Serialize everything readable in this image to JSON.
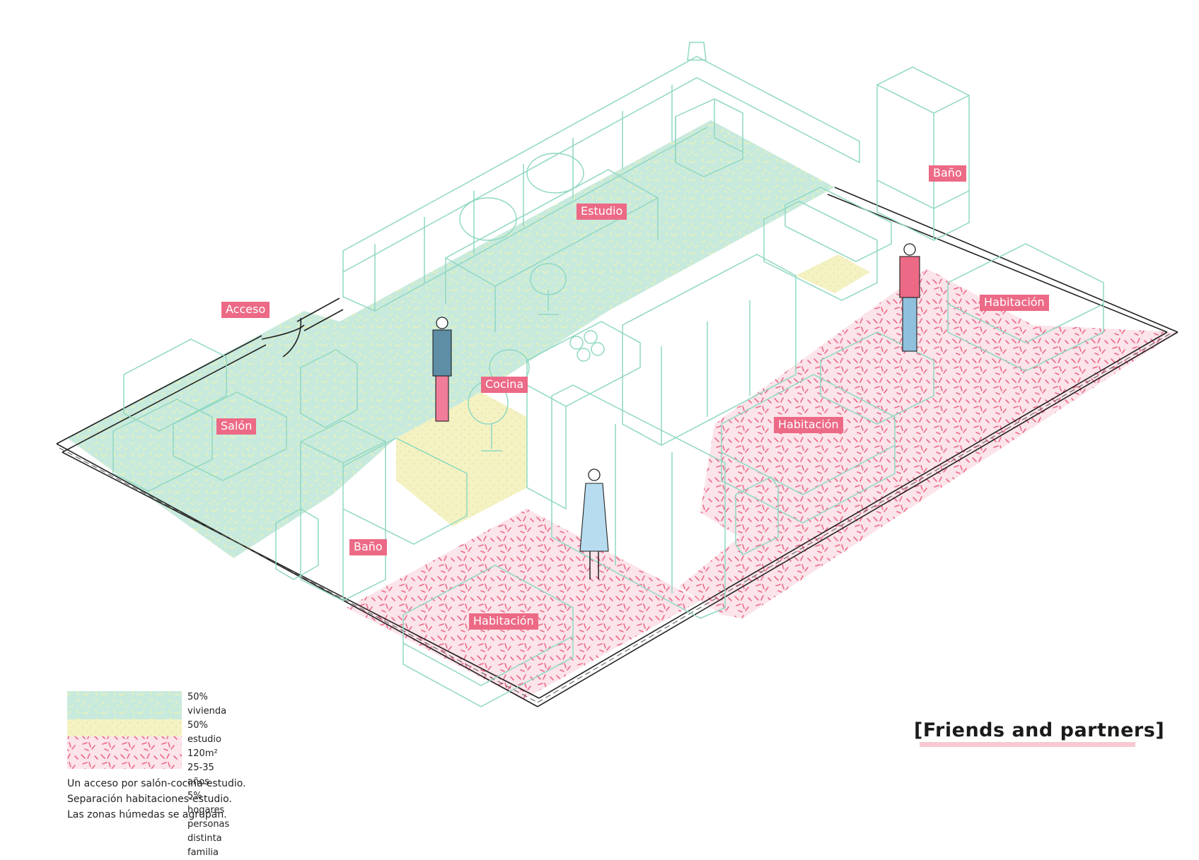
{
  "title": "[Friends and partners]",
  "rooms": {
    "acceso": "Acceso",
    "estudio": "Estudio",
    "bano_top": "Baño",
    "cocina": "Cocina",
    "salon": "Salón",
    "habitacion_top": "Habitación",
    "habitacion_mid": "Habitación",
    "bano_bottom": "Baño",
    "habitacion_bottom": "Habitación"
  },
  "legend": {
    "lines": [
      "50% vivienda",
      "50% estudio",
      "120m²",
      "25-35 años",
      "5% hogares personas distinta familia"
    ],
    "colors": {
      "green": "#b9e4d4",
      "yellow": "#f2f0b0",
      "pink": "#fadbe3"
    }
  },
  "notes": [
    "Un acceso por salón-cocina-estudio.",
    "Separación habitaciones-estudio.",
    "Las zonas húmedas se agrupan."
  ],
  "colors": {
    "line": "#8fd8c3",
    "label_bg": "#ec6a86",
    "zone_green": "#c8eadd",
    "zone_yellow": "#f3f1bd",
    "zone_pink": "#fbe3ea",
    "wall": "#222222"
  }
}
